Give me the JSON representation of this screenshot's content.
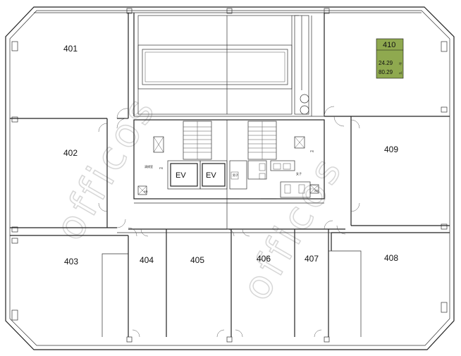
{
  "floor_plan": {
    "rooms": [
      {
        "id": "401",
        "label": "401"
      },
      {
        "id": "402",
        "label": "402"
      },
      {
        "id": "403",
        "label": "403"
      },
      {
        "id": "404",
        "label": "404"
      },
      {
        "id": "405",
        "label": "405"
      },
      {
        "id": "406",
        "label": "406"
      },
      {
        "id": "407",
        "label": "407"
      },
      {
        "id": "408",
        "label": "408"
      },
      {
        "id": "409",
        "label": "409"
      }
    ],
    "highlighted_unit": {
      "label": "410",
      "area_tsubo": "24.29",
      "unit_tsubo": "坪",
      "area_sqm": "80.29",
      "unit_sqm": "㎡",
      "color": "#8fa94f"
    },
    "core": {
      "elevator_1": "EV",
      "elevator_2": "EV",
      "pipe_space_left": "PS",
      "pipe_space_right": "PS",
      "ad_left": "AD",
      "ad_right": "AD",
      "storage": "清掃室",
      "toilet_male": "男子",
      "toilet_female": "女子"
    },
    "watermark": "officos"
  }
}
